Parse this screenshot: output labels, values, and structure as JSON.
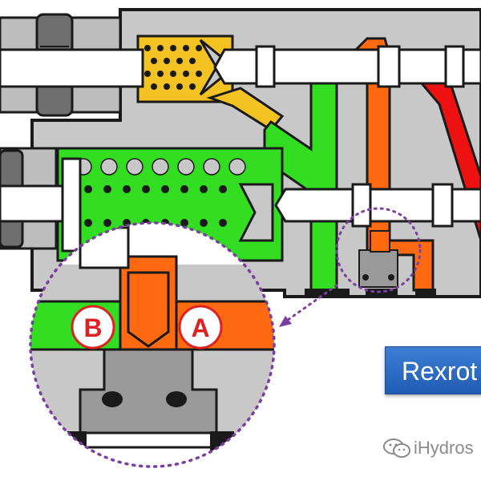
{
  "ports": {
    "b": "B",
    "a": "A"
  },
  "banner": {
    "text": "Rexrot"
  },
  "watermark": {
    "text": "iHydros"
  },
  "colors": {
    "body": "#c8c8c8",
    "outline": "#1a1a1a",
    "pilot_green": "#33dd22",
    "work_orange": "#ff6a10",
    "pressure_red": "#ee1111",
    "spring_yellow": "#f2c321",
    "banner_blue": "#2b6cc4",
    "dotted_purple": "#7a3fa0"
  }
}
